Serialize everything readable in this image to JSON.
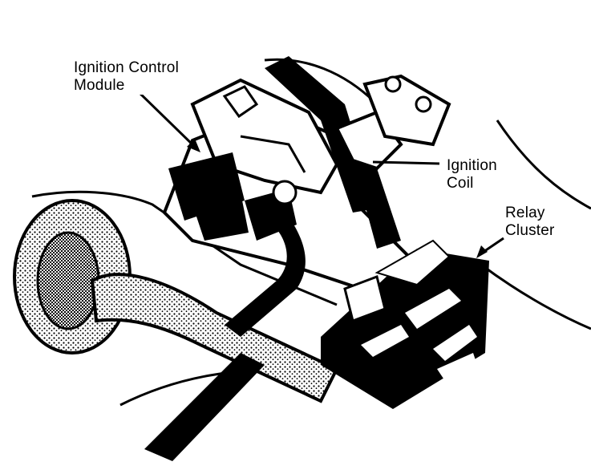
{
  "diagram": {
    "background": "#ffffff",
    "ink": "#000000",
    "labels": {
      "ignition_control_module": {
        "line1": "Ignition Control",
        "line2": "Module"
      },
      "ignition_coil": {
        "line1": "Ignition",
        "line2": "Coil"
      },
      "relay_cluster": {
        "line1": "Relay",
        "line2": "Cluster"
      }
    }
  }
}
